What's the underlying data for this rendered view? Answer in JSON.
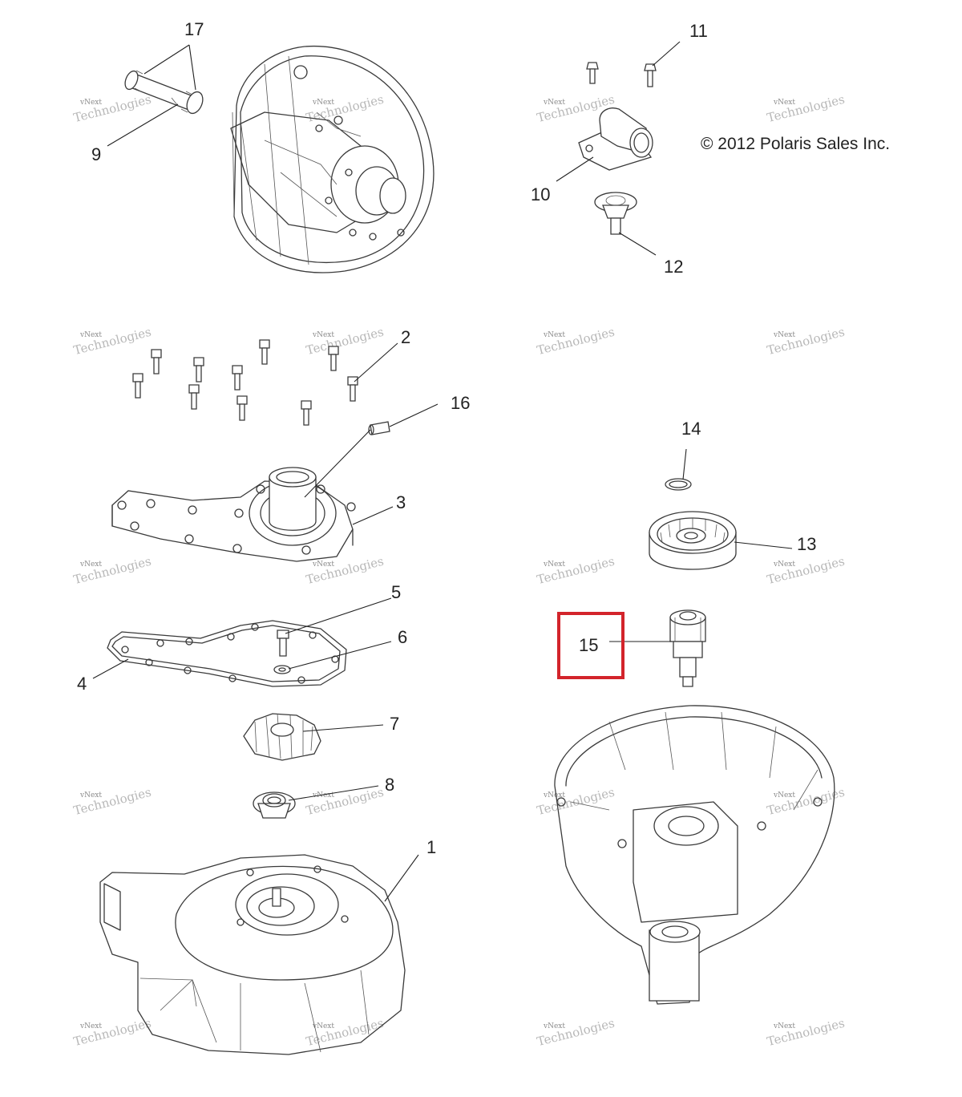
{
  "copyright": "© 2012 Polaris Sales Inc.",
  "watermark": {
    "line1": "vNext",
    "line2": "Technologies"
  },
  "highlight": {
    "part": "15",
    "color": "#d3242b"
  },
  "callouts": [
    {
      "id": "c1",
      "label": "1"
    },
    {
      "id": "c2",
      "label": "2"
    },
    {
      "id": "c3",
      "label": "3"
    },
    {
      "id": "c4",
      "label": "4"
    },
    {
      "id": "c5",
      "label": "5"
    },
    {
      "id": "c6",
      "label": "6"
    },
    {
      "id": "c7",
      "label": "7"
    },
    {
      "id": "c8",
      "label": "8"
    },
    {
      "id": "c9",
      "label": "9"
    },
    {
      "id": "c10",
      "label": "10"
    },
    {
      "id": "c11",
      "label": "11"
    },
    {
      "id": "c12",
      "label": "12"
    },
    {
      "id": "c13",
      "label": "13"
    },
    {
      "id": "c14",
      "label": "14"
    },
    {
      "id": "c15",
      "label": "15"
    },
    {
      "id": "c16",
      "label": "16"
    },
    {
      "id": "c17",
      "label": "17"
    }
  ]
}
